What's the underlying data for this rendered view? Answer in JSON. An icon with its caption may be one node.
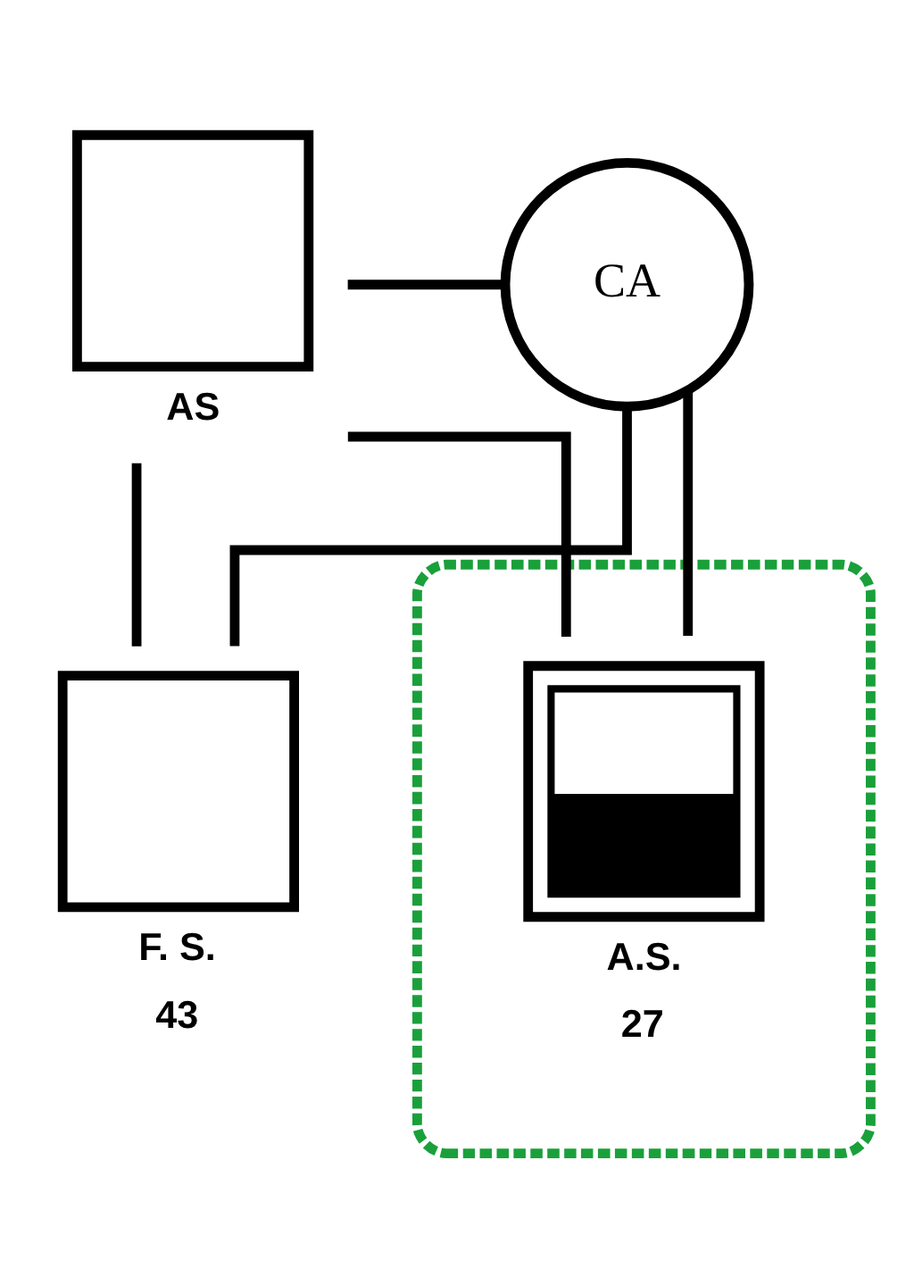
{
  "diagram": {
    "nodes": [
      {
        "text": [
          "AS"
        ]
      },
      {
        "text": [
          "CA"
        ]
      },
      {
        "text": [
          "F. S.",
          "43"
        ]
      },
      {
        "text": [],
        "shape": "ellipse"
      },
      {
        "text": [
          "A.S.",
          "27"
        ],
        "in": 3
      }
    ],
    "edges": [
      {
        "from": 0,
        "to": 1,
        "arrow": "none"
      },
      {
        "from": 0,
        "to": 2,
        "arrow": "none"
      },
      {
        "from": 1,
        "to": 2,
        "arrow": "none"
      },
      {
        "from": 0,
        "to": 4,
        "arrow": "none"
      },
      {
        "from": 1,
        "to": 4,
        "arrow": "none"
      }
    ]
  }
}
